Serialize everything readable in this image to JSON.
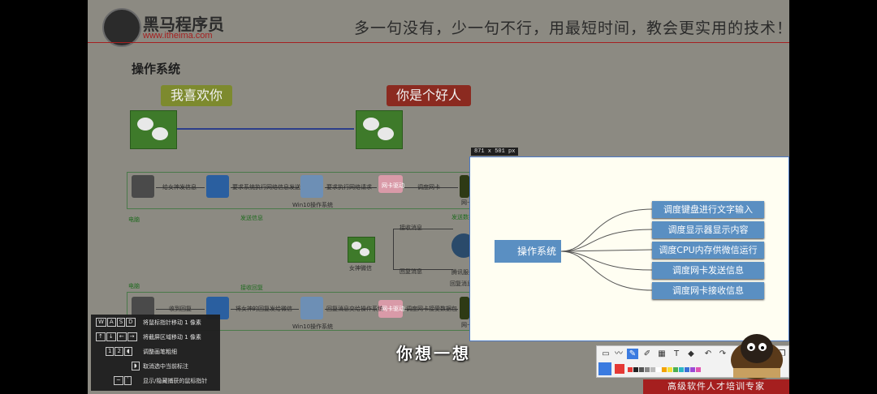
{
  "header": {
    "logo_title": "黑马程序员",
    "logo_url": "www.itheima.com",
    "slogan": "多一句没有，少一句不行，用最短时间，教会更实用的技术！"
  },
  "section_title": "操作系统",
  "bubbles": {
    "left": "我喜欢你",
    "right": "你是个好人"
  },
  "diagram": {
    "send_row": {
      "labels": [
        "给女神发信息",
        "要求系统执行网络信息发送",
        "要求执行网络请求",
        "网卡驱动",
        "调度网卡"
      ],
      "win_label": "Win10操作系统",
      "nic_label": "网卡",
      "bottom_left": "电脑",
      "bottom_mid": "发送信息",
      "bottom_right": "发送数据包"
    },
    "middle": {
      "receive_msg": "接收消息",
      "reply_msg": "回复消息",
      "goddess_wechat": "女神微信",
      "server": "腾讯服务器",
      "server_reply": "回复消息包"
    },
    "receive_row": {
      "top_left": "电脑",
      "top_mid": "接收回复",
      "labels": [
        "收到回复",
        "将女神的回复发给微信",
        "回复消息交给操作系统",
        "网卡驱动",
        "调度网卡接受数据包"
      ],
      "win_label": "Win10操作系统",
      "nic_label": "网卡"
    }
  },
  "capture": {
    "size_label": "871 x 501  px",
    "center_node": "操作系统",
    "items": [
      "调度键盘进行文字输入",
      "调度显示器显示内容",
      "调度CPU内存供微信运行",
      "调度网卡发送信息",
      "调度网卡接收信息"
    ]
  },
  "help_panel": {
    "rows": [
      {
        "keys": [
          "W",
          "A",
          "S",
          "D"
        ],
        "text": "将鼠标指针移动 1 像素"
      },
      {
        "keys": [
          "↑",
          "↓",
          "←",
          "→"
        ],
        "text": "将截屏区域移动 1 像素"
      },
      {
        "keys": [
          "1",
          "2"
        ],
        "text": "调整画笔粗细"
      },
      {
        "keys": [],
        "text": "取消选中当前标注"
      },
      {
        "keys": [],
        "text": "显示/隐藏捕获的鼠标指针"
      }
    ]
  },
  "subtitle": "你想一想",
  "footer": "高级软件人才培训专家",
  "colors": {
    "slide_bg": "#8c8a82",
    "brand_red": "#a52020",
    "wechat_green": "#3e7a2a",
    "mind_blue": "#5a8fc2",
    "selection_blue": "#4b79c8"
  },
  "toolbar": {
    "tools": [
      "rect-icon",
      "curve-icon",
      "pen-icon",
      "marker-icon",
      "mosaic-icon",
      "text-icon",
      "eraser-icon",
      "undo-icon",
      "redo-icon",
      "close-icon",
      "pin-icon",
      "save-icon",
      "copy-icon"
    ],
    "palette": [
      "#e53935",
      "#222222",
      "#555555",
      "#888888",
      "#bbbbbb",
      "#ffffff",
      "#f4a300",
      "#f7e034",
      "#4caf50",
      "#2bb6c6",
      "#3b6fd6",
      "#9c4ad6",
      "#e056b1"
    ]
  }
}
